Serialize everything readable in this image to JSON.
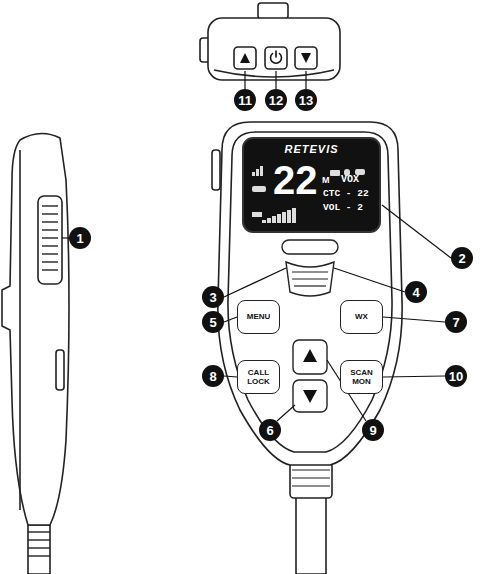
{
  "diagram": {
    "nodes": [
      {
        "text": [
          "RETEVIS",
          "22",
          "M",
          "VOX",
          "CTC - 22",
          "VOL - 2"
        ]
      },
      {
        "text": [
          "MENU"
        ]
      },
      {
        "text": [
          "WX"
        ]
      },
      {
        "text": [
          "CALL LOCK"
        ]
      },
      {
        "text": [
          "SCAN MON"
        ]
      }
    ],
    "labels": [
      "11",
      "12",
      "13",
      "1",
      "2",
      "3",
      "4",
      "5",
      "7",
      "8",
      "10",
      "6",
      "9"
    ]
  }
}
